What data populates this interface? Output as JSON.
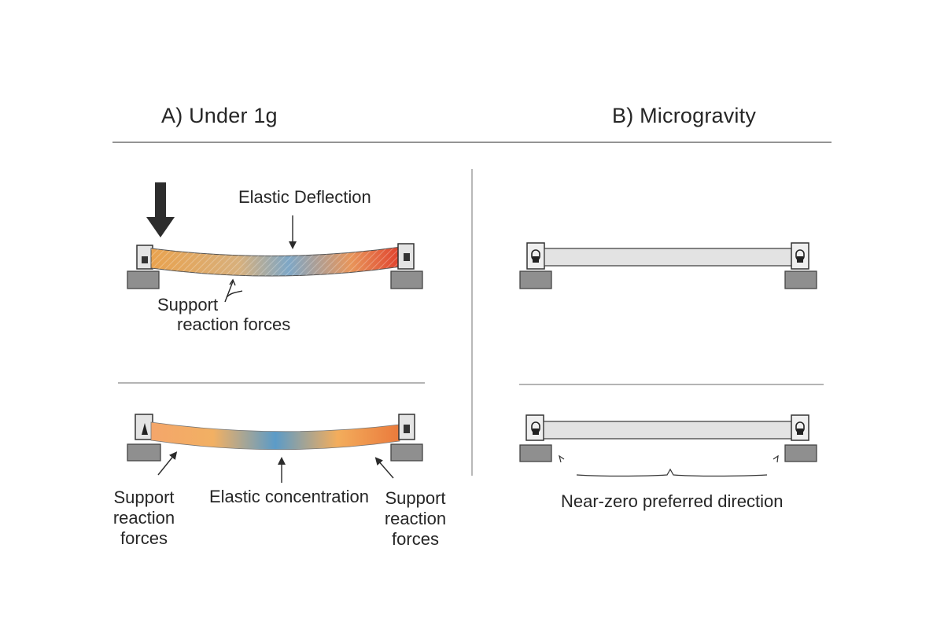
{
  "panel_a": {
    "title": "A)  Under 1g",
    "top": {
      "deflection_label": "Elastic Deflection",
      "support_label_line1": "Support",
      "support_label_line2": "reaction forces"
    },
    "bottom": {
      "left_support_lines": [
        "Support",
        "reaction",
        "forces"
      ],
      "center_label": "Elastic concentration",
      "right_support_lines": [
        "Support",
        "reaction",
        "forces"
      ]
    }
  },
  "panel_b": {
    "title": "B)  Microgravity",
    "bottom": {
      "direction_label": "Near-zero preferred direction"
    }
  },
  "colors": {
    "strain_low": "#5a9ac8",
    "strain_mid": "#f2a95a",
    "strain_high": "#e0452f",
    "unloaded_beam": "#e3e3e3",
    "support_block": "#8f8f8f",
    "load_arrow": "#2d2d2d",
    "rule_line": "#6f6f6f"
  }
}
